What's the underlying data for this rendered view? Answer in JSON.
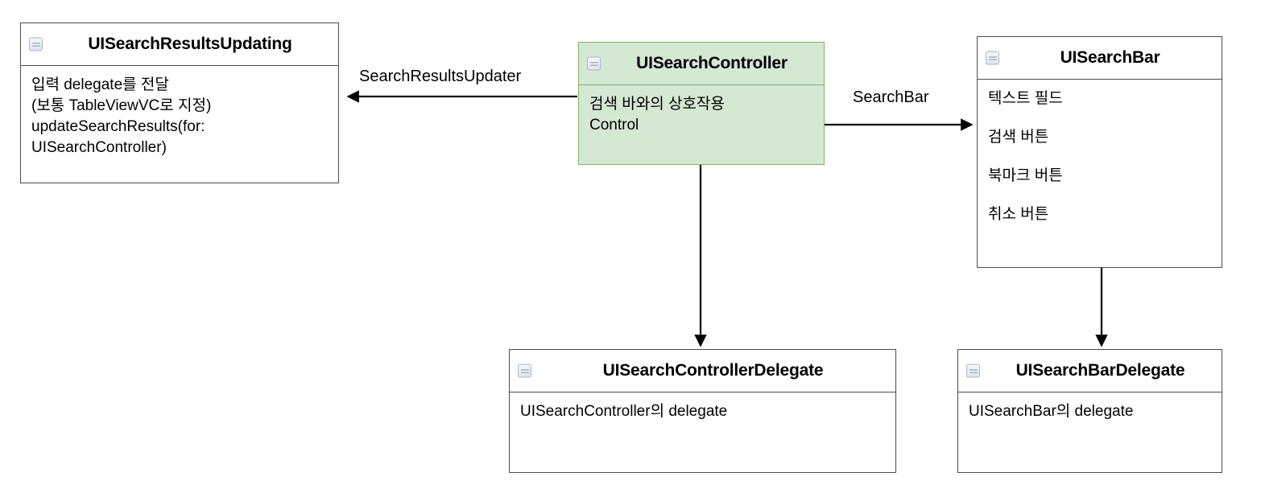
{
  "diagram": {
    "title": "UISearchController UML class diagram",
    "icon_name": "collapse-minus-icon",
    "colors": {
      "default_border": "#4d4d4d",
      "default_fill": "#ffffff",
      "highlight_border": "#82b366",
      "highlight_fill": "#d5e8d4",
      "edge_stroke": "#000000",
      "text": "#000000"
    },
    "nodes": [
      {
        "id": "ui-search-results-updating",
        "title": "UISearchResultsUpdating",
        "highlighted": false,
        "lines": [
          "입력 delegate를 전달",
          "(보통 TableViewVC로 지정)",
          "updateSearchResults(for:",
          "UISearchController)"
        ]
      },
      {
        "id": "ui-search-controller",
        "title": "UISearchController",
        "highlighted": true,
        "lines": [
          "검색 바와의 상호작용",
          "Control"
        ]
      },
      {
        "id": "ui-search-bar",
        "title": "UISearchBar",
        "highlighted": false,
        "lines": [
          "텍스트 필드",
          "검색 버튼",
          "북마크 버튼",
          "취소 버튼"
        ]
      },
      {
        "id": "ui-search-controller-delegate",
        "title": "UISearchControllerDelegate",
        "highlighted": false,
        "lines": [
          "UISearchController의 delegate"
        ]
      },
      {
        "id": "ui-search-bar-delegate",
        "title": "UISearchBarDelegate",
        "highlighted": false,
        "lines": [
          "UISearchBar의 delegate"
        ]
      }
    ],
    "edges": [
      {
        "id": "edge-search-results-updater",
        "label": "SearchResultsUpdater",
        "from": "ui-search-controller",
        "to": "ui-search-results-updating",
        "direction": "left"
      },
      {
        "id": "edge-search-bar",
        "label": "SearchBar",
        "from": "ui-search-controller",
        "to": "ui-search-bar",
        "direction": "right"
      },
      {
        "id": "edge-controller-delegate",
        "label": "",
        "from": "ui-search-controller",
        "to": "ui-search-controller-delegate",
        "direction": "down"
      },
      {
        "id": "edge-bar-delegate",
        "label": "",
        "from": "ui-search-bar",
        "to": "ui-search-bar-delegate",
        "direction": "down"
      }
    ]
  }
}
